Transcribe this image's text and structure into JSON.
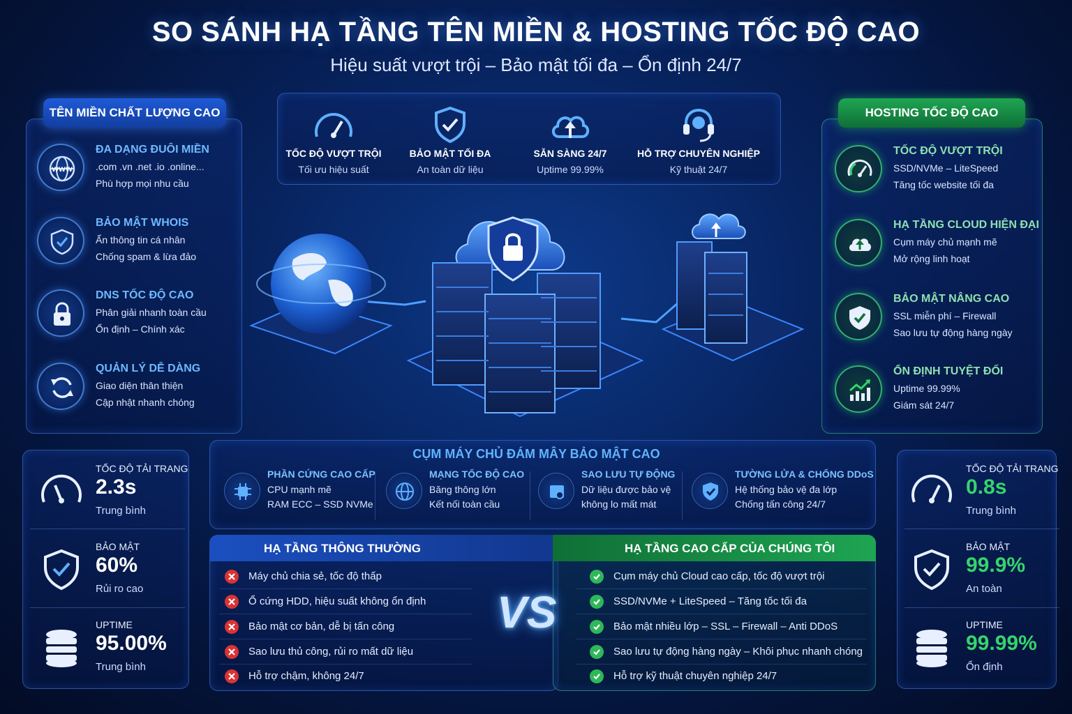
{
  "header": {
    "title": "SO SÁNH HẠ TẦNG TÊN MIỀN & HOSTING TỐC ĐỘ CAO",
    "subtitle": "Hiệu suất vượt trội – Bảo mật tối đa – Ổn định 24/7"
  },
  "left_panel": {
    "title": "TÊN MIỀN CHẤT LƯỢNG CAO",
    "items": [
      {
        "heading": "ĐA DẠNG ĐUÔI MIỀN",
        "line1": ".com .vn .net .io .online...",
        "line2": "Phù hợp mọi nhu cầu",
        "icon": "www-globe-icon"
      },
      {
        "heading": "BẢO MẬT WHOIS",
        "line1": "Ẩn thông tin cá nhân",
        "line2": "Chống spam & lừa đảo",
        "icon": "shield-icon"
      },
      {
        "heading": "DNS TỐC ĐỘ CAO",
        "line1": "Phân giải nhanh toàn cầu",
        "line2": "Ổn định – Chính xác",
        "icon": "lock-icon"
      },
      {
        "heading": "QUẢN LÝ DỄ DÀNG",
        "line1": "Giao diện thân thiện",
        "line2": "Cập nhật nhanh chóng",
        "icon": "refresh-icon"
      }
    ]
  },
  "right_panel": {
    "title": "HOSTING TỐC ĐỘ CAO",
    "items": [
      {
        "heading": "TỐC ĐỘ VƯỢT TRỘI",
        "line1": "SSD/NVMe – LiteSpeed",
        "line2": "Tăng tốc website tối đa",
        "icon": "speedometer-icon"
      },
      {
        "heading": "HẠ TẦNG CLOUD HIỆN ĐẠI",
        "line1": "Cụm máy chủ mạnh mẽ",
        "line2": "Mở rộng linh hoạt",
        "icon": "cloud-upload-icon"
      },
      {
        "heading": "BẢO MẬT NÂNG CAO",
        "line1": "SSL miễn phí – Firewall",
        "line2": "Sao lưu tự động hàng ngày",
        "icon": "shield-check-icon"
      },
      {
        "heading": "ỔN ĐỊNH TUYỆT ĐỐI",
        "line1": "Uptime 99.99%",
        "line2": "Giám sát 24/7",
        "icon": "growth-chart-icon"
      }
    ]
  },
  "top_features": [
    {
      "heading": "TỐC ĐỘ VƯỢT TRỘI",
      "sub": "Tối ưu hiệu suất",
      "icon": "speedometer-icon"
    },
    {
      "heading": "BẢO MẬT TỐI ĐA",
      "sub": "An toàn dữ liệu",
      "icon": "shield-check-icon"
    },
    {
      "heading": "SẴN SÀNG 24/7",
      "sub": "Uptime 99.99%",
      "icon": "cloud-upload-icon"
    },
    {
      "heading": "HỖ TRỢ CHUYÊN NGHIỆP",
      "sub": "Kỹ thuật 24/7",
      "icon": "headset-icon"
    }
  ],
  "cluster": {
    "title": "CỤM MÁY CHỦ ĐÁM MÂY BẢO MẬT CAO",
    "items": [
      {
        "heading": "PHẦN CỨNG CAO CẤP",
        "line1": "CPU mạnh mẽ",
        "line2": "RAM ECC – SSD NVMe",
        "icon": "cpu-chip-icon"
      },
      {
        "heading": "MẠNG TỐC ĐỘ CAO",
        "line1": "Băng thông lớn",
        "line2": "Kết nối toàn cầu",
        "icon": "network-globe-icon"
      },
      {
        "heading": "SAO LƯU TỰ ĐỘNG",
        "line1": "Dữ liệu được bảo vệ",
        "line2": "không lo mất mát",
        "icon": "backup-icon"
      },
      {
        "heading": "TƯỜNG LỬA & CHỐNG DDoS",
        "line1": "Hệ thống bảo vệ đa lớp",
        "line2": "Chống tấn công 24/7",
        "icon": "firewall-shield-icon"
      }
    ]
  },
  "stats_left": [
    {
      "label": "TỐC ĐỘ TẢI TRANG",
      "value": "2.3s",
      "sub": "Trung bình",
      "icon": "speedometer-icon"
    },
    {
      "label": "BẢO MẬT",
      "value": "60%",
      "sub": "Rủi ro cao",
      "icon": "shield-icon"
    },
    {
      "label": "UPTIME",
      "value": "95.00%",
      "sub": "Trung bình",
      "icon": "database-icon"
    }
  ],
  "stats_right": [
    {
      "label": "TỐC ĐỘ TẢI TRANG",
      "value": "0.8s",
      "sub": "Trung bình",
      "icon": "speedometer-icon"
    },
    {
      "label": "BẢO MẬT",
      "value": "99.9%",
      "sub": "An toàn",
      "icon": "shield-check-icon"
    },
    {
      "label": "UPTIME",
      "value": "99.99%",
      "sub": "Ổn định",
      "icon": "database-icon"
    }
  ],
  "comparison": {
    "left_title": "HẠ TẦNG THÔNG THƯỜNG",
    "right_title": "HẠ TẦNG CAO CẤP CỦA CHÚNG TÔI",
    "vs": "VS",
    "left_items": [
      "Máy chủ chia sẻ, tốc độ thấp",
      "Ổ cứng HDD, hiệu suất không ổn định",
      "Bảo mật cơ bản, dễ bị tấn công",
      "Sao lưu thủ công, rủi ro mất dữ liệu",
      "Hỗ trợ chậm, không 24/7"
    ],
    "right_items": [
      "Cụm máy chủ Cloud cao cấp, tốc độ vượt trội",
      "SSD/NVMe + LiteSpeed – Tăng tốc tối đa",
      "Bảo mật nhiều lớp – SSL – Firewall – Anti DDoS",
      "Sao lưu tự động hàng ngày – Khôi phục nhanh chóng",
      "Hỗ trợ kỹ thuật chuyên nghiệp 24/7"
    ]
  },
  "colors": {
    "accent_blue": "#1e5ad8",
    "accent_green": "#1ea552",
    "good": "#35d46c",
    "bad": "#d83434"
  }
}
